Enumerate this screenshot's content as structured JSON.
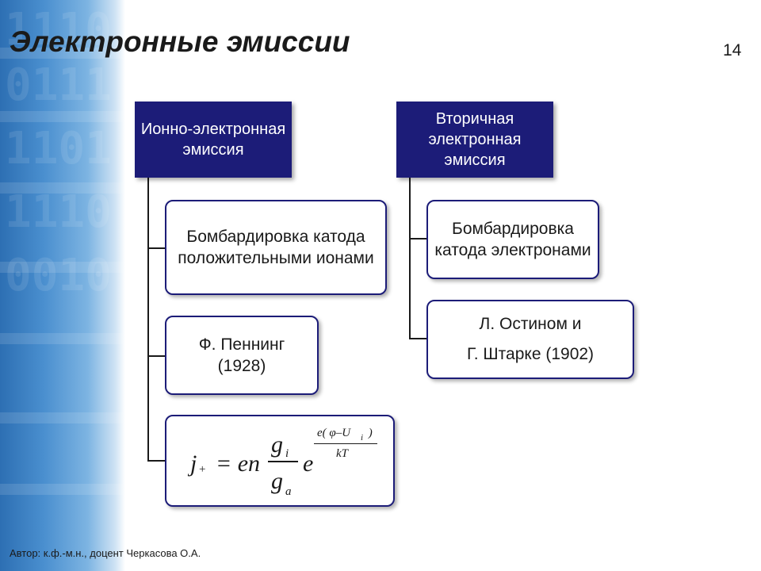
{
  "slide": {
    "title": "Электронные эмиссии",
    "page_number": "14",
    "footer": "Автор: к.ф.-м.н., доцент Черкасова О.А."
  },
  "left_branch": {
    "header": "Ионно-электронная эмиссия",
    "items": [
      "Бомбардировка катода положительными ионами",
      "Ф. Пеннинг (1928)"
    ],
    "formula": {
      "lhs": "j",
      "lhs_sub": "+",
      "eq_text": "= en",
      "num": "g",
      "num_sub": "i",
      "den": "g",
      "den_sub": "a",
      "exp_base": "e",
      "exp_num": "e( φ–U",
      "exp_num_sub": "i",
      "exp_num_close": " )",
      "exp_den": "kT"
    }
  },
  "right_branch": {
    "header": "Вторичная электронная эмиссия",
    "items": [
      "Бомбардировка катода электронами"
    ],
    "authors_line1": "Л. Остином и",
    "authors_line2": "Г. Штарке (1902)"
  },
  "colors": {
    "header_bg": "#1c1c78",
    "border": "#1c1c78",
    "side_band": "#4a8fcf"
  }
}
